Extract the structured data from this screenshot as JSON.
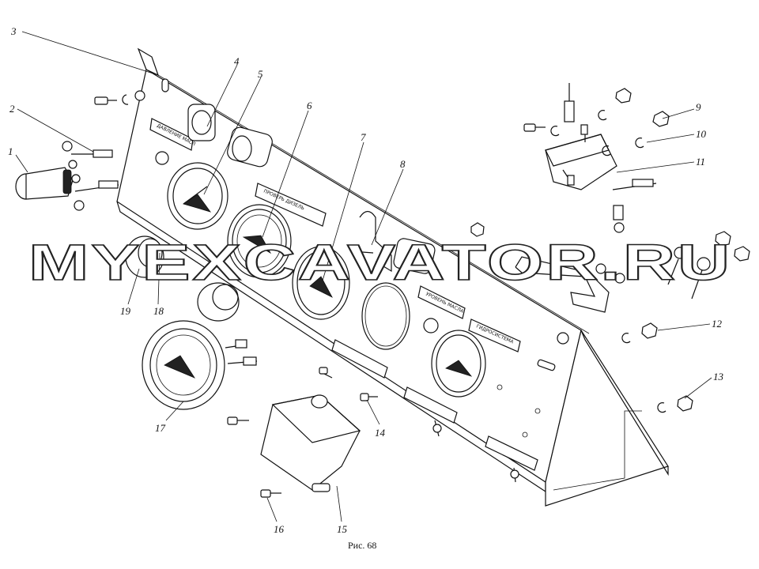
{
  "figure": {
    "caption": "Рис. 68",
    "watermark": "MYEXCAVATOR.RU"
  },
  "plates": {
    "p1": "ДАВЛЕНИЕ МАСЛ",
    "p2": "ПРОВЕРЬ ДИЗЕЛЬ",
    "p3": "УРОВЕНЬ МАСЛА",
    "p4": "ГИДРОСИСТЕМА"
  },
  "callouts": {
    "c1": "1",
    "c2": "2",
    "c3": "3",
    "c4": "4",
    "c5": "5",
    "c6": "6",
    "c7": "7",
    "c8": "8",
    "c9": "9",
    "c10": "10",
    "c11": "11",
    "c12": "12",
    "c13": "13",
    "c14": "14",
    "c15": "15",
    "c16": "16",
    "c17": "17",
    "c18": "18",
    "c19": "19"
  }
}
